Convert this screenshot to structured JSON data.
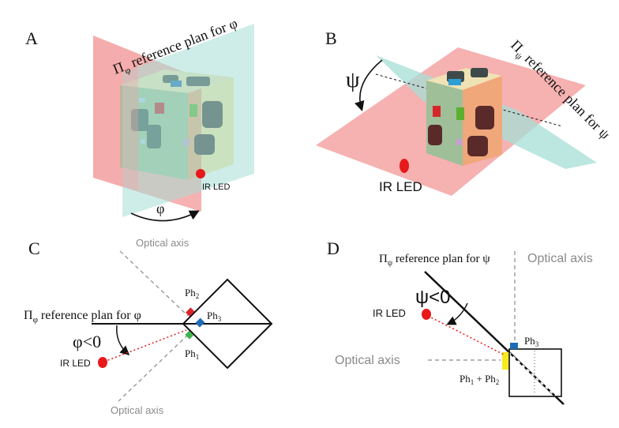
{
  "panels": {
    "a": {
      "letter": "A",
      "plane_label": "reference plan for φ",
      "plane_symbol": "Π",
      "plane_subscript": "φ",
      "led_label": "IR LED",
      "angle_label": "φ"
    },
    "b": {
      "letter": "B",
      "plane_label": "reference plan for ψ",
      "plane_symbol": "Π",
      "plane_subscript": "ψ",
      "led_label": "IR LED",
      "angle_label": "ψ"
    },
    "c": {
      "letter": "C",
      "optical_axis_top": "Optical axis",
      "optical_axis_bottom": "Optical axis",
      "plane_label": "reference plan for φ",
      "plane_symbol": "Π",
      "plane_subscript": "φ",
      "angle_label": "φ<0",
      "led_label": "IR LED",
      "ph1": "Ph",
      "ph1_sub": "1",
      "ph2": "Ph",
      "ph2_sub": "2",
      "ph3": "Ph",
      "ph3_sub": "3"
    },
    "d": {
      "letter": "D",
      "plane_label": "reference plan for ψ",
      "plane_symbol": "Π",
      "plane_subscript": "ψ",
      "optical_axis_top": "Optical axis",
      "optical_axis_left": "Optical axis",
      "angle_label": "ψ<0",
      "led_label": "IR LED",
      "ph3": "Ph",
      "ph3_sub": "3",
      "ph12_a": "Ph",
      "ph12_a_sub": "1",
      "ph12_plus": " + Ph",
      "ph12_b_sub": "2"
    }
  },
  "colors": {
    "red_plane": "#f4a3a3",
    "teal_plane": "#a6dfd5",
    "led_red": "#e8191b",
    "ph_red": "#d7262a",
    "ph_blue": "#1f6cb5",
    "ph_green": "#3fb44b",
    "ph_yellow": "#f7ea1d",
    "cube_green": "#9fbf98",
    "cube_orange": "#f0a77a",
    "cube_yellow": "#f7e7a6",
    "component_dark": "#3e4a4a"
  }
}
